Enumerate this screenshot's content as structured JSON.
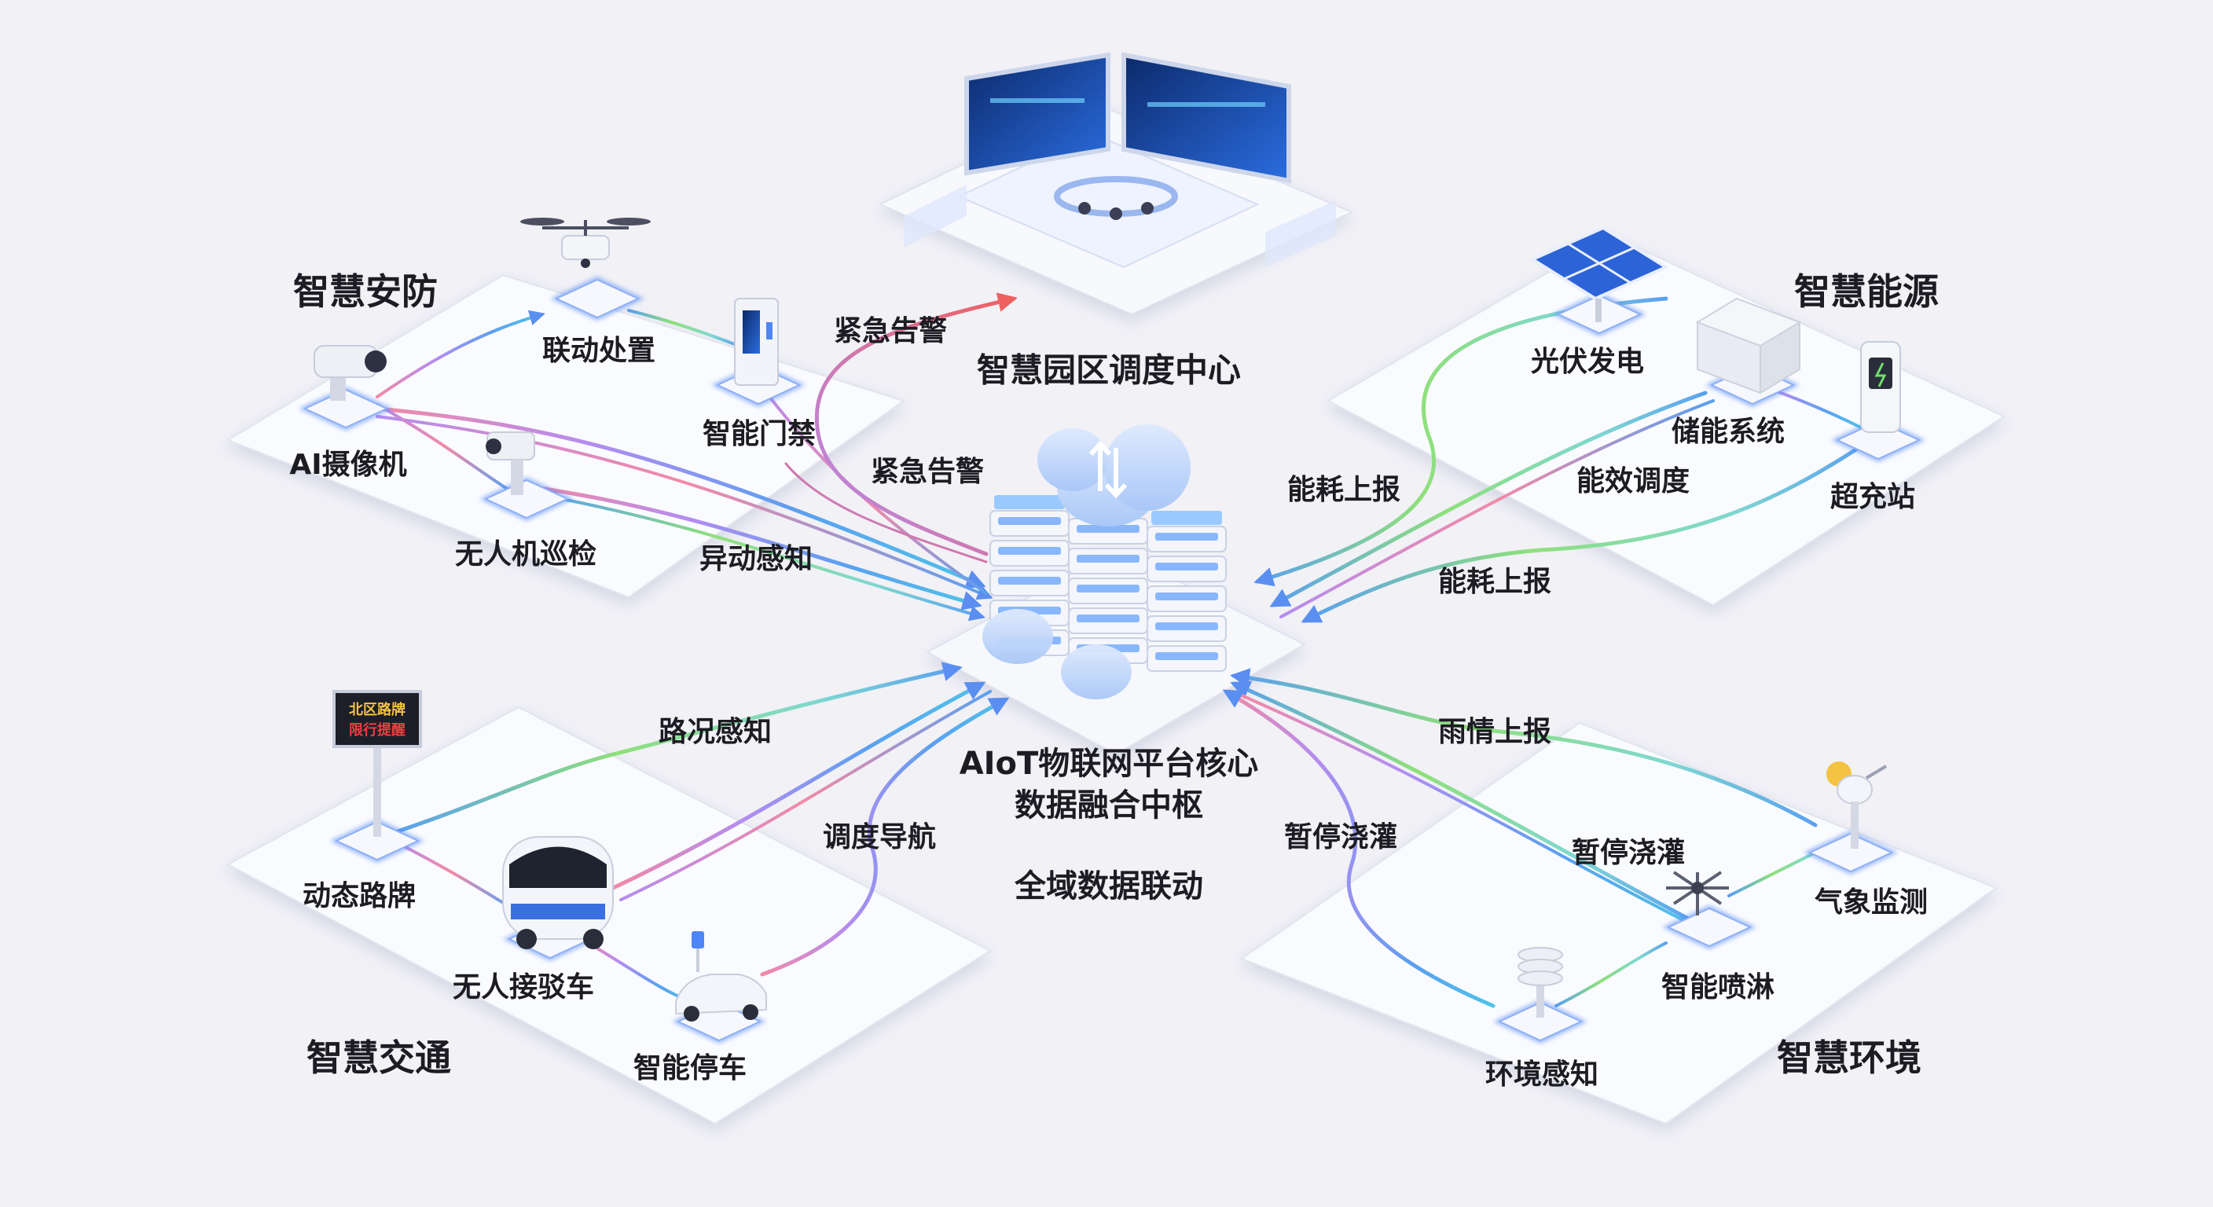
{
  "hub": {
    "title": "AIoT物联网平台核心",
    "subtitle": "数据融合中枢",
    "caption": "全域数据联动"
  },
  "center_node": {
    "label": "智慧园区调度中心"
  },
  "sign_text": {
    "line1": "北区路牌",
    "line2": "限行提醒"
  },
  "zones": {
    "security": {
      "title": "智慧安防",
      "devices": {
        "ai_camera": "AI摄像机",
        "linkage": "联动处置",
        "access": "智能门禁",
        "drone": "无人机巡检"
      }
    },
    "energy": {
      "title": "智慧能源",
      "devices": {
        "pv": "光伏发电",
        "storage": "储能系统",
        "charger": "超充站"
      }
    },
    "traffic": {
      "title": "智慧交通",
      "devices": {
        "sign": "动态路牌",
        "shuttle": "无人接驳车",
        "parking": "智能停车"
      }
    },
    "environment": {
      "title": "智慧环境",
      "devices": {
        "weather": "气象监测",
        "sprinkler": "智能喷淋",
        "env_sensor": "环境感知"
      }
    }
  },
  "flows": {
    "alarm_top": "紧急告警",
    "alarm_mid": "紧急告警",
    "anomaly": "异动感知",
    "energy_report_1": "能耗上报",
    "efficiency": "能效调度",
    "energy_report_2": "能耗上报",
    "road": "路况感知",
    "navigation": "调度导航",
    "rain": "雨情上报",
    "pause_1": "暂停浇灌",
    "pause_2": "暂停浇灌"
  },
  "colors": {
    "background": "#f1f1f6",
    "platform": "#ffffff",
    "node_glow": "#4f86f7",
    "flow_blue": "#5aa0f0",
    "flow_pink": "#f28aa6",
    "flow_green": "#8fe07a",
    "flow_purple": "#b48cf0",
    "alarm_red": "#ef6060"
  },
  "icons": [
    "cctv-camera-icon",
    "drone-icon",
    "access-gate-icon",
    "solar-panel-icon",
    "battery-cabinet-icon",
    "charger-icon",
    "road-sign-icon",
    "shuttle-bus-icon",
    "car-icon",
    "weather-station-icon",
    "sprinkler-icon",
    "sensor-icon",
    "server-rack-icon",
    "cloud-icon"
  ]
}
